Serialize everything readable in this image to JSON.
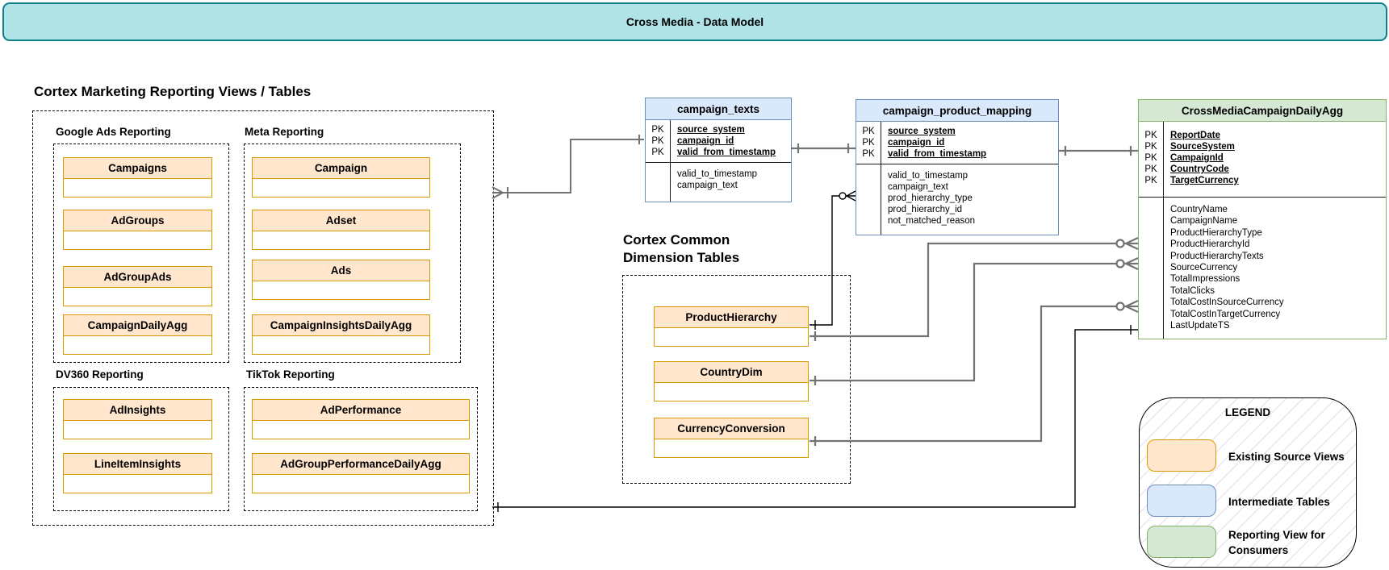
{
  "title_bar": {
    "title": "Cross Media - Data Model"
  },
  "marketing": {
    "heading": "Cortex Marketing Reporting Views / Tables",
    "groups": [
      {
        "label": "Google Ads Reporting",
        "tables": [
          "Campaigns",
          "AdGroups",
          "AdGroupAds",
          "CampaignDailyAgg"
        ]
      },
      {
        "label": "Meta Reporting",
        "tables": [
          "Campaign",
          "Adset",
          "Ads",
          "CampaignInsightsDailyAgg"
        ]
      },
      {
        "label": "DV360 Reporting",
        "tables": [
          "AdInsights",
          "LineItemInsights"
        ]
      },
      {
        "label": "TikTok Reporting",
        "tables": [
          "AdPerformance",
          "AdGroupPerformanceDailyAgg"
        ]
      }
    ]
  },
  "er_tables": {
    "campaign_texts": {
      "title": "campaign_texts",
      "pk_label": "PK",
      "pk_fields": [
        "source_system",
        "campaign_id",
        "valid_from_timestamp"
      ],
      "fields": [
        "valid_to_timestamp",
        "campaign_text"
      ]
    },
    "campaign_product_mapping": {
      "title": "campaign_product_mapping",
      "pk_label": "PK",
      "pk_fields": [
        "source_system",
        "campaign_id",
        "valid_from_timestamp"
      ],
      "fields": [
        "valid_to_timestamp",
        "campaign_text",
        "prod_hierarchy_type",
        "prod_hierarchy_id",
        "not_matched_reason"
      ]
    },
    "cross_media": {
      "title": "CrossMediaCampaignDailyAgg",
      "pk_label": "PK",
      "pk_fields": [
        "ReportDate",
        "SourceSystem",
        "CampaignId",
        "CountryCode",
        "TargetCurrency"
      ],
      "fields": [
        "CountryName",
        "CampaignName",
        "ProductHierarchyType",
        "ProductHierarchyId",
        "ProductHierarchyTexts",
        "SourceCurrency",
        "TotalImpressions",
        "TotalClicks",
        "TotalCostInSourceCurrency",
        "TotalCostInTargetCurrency",
        "LastUpdateTS"
      ]
    }
  },
  "dimension": {
    "heading_line1": "Cortex Common",
    "heading_line2": "Dimension Tables",
    "tables": [
      "ProductHierarchy",
      "CountryDim",
      "CurrencyConversion"
    ]
  },
  "legend": {
    "title": "LEGEND",
    "items": [
      {
        "swatch": "orange",
        "label": "Existing Source Views"
      },
      {
        "swatch": "blue",
        "label": "Intermediate Tables"
      },
      {
        "swatch": "green",
        "label": "Reporting View for Consumers"
      }
    ]
  },
  "colors": {
    "teal_fill": "#b0e3e6",
    "teal_stroke": "#0e8088",
    "orange_fill": "#ffe6cc",
    "orange_stroke": "#d79b00",
    "blue_fill": "#dae8fc",
    "blue_stroke": "#6c8ebf",
    "green_fill": "#d5e8d4",
    "green_stroke": "#82b366",
    "connector_gray": "#737373",
    "connector_black": "#000000"
  }
}
